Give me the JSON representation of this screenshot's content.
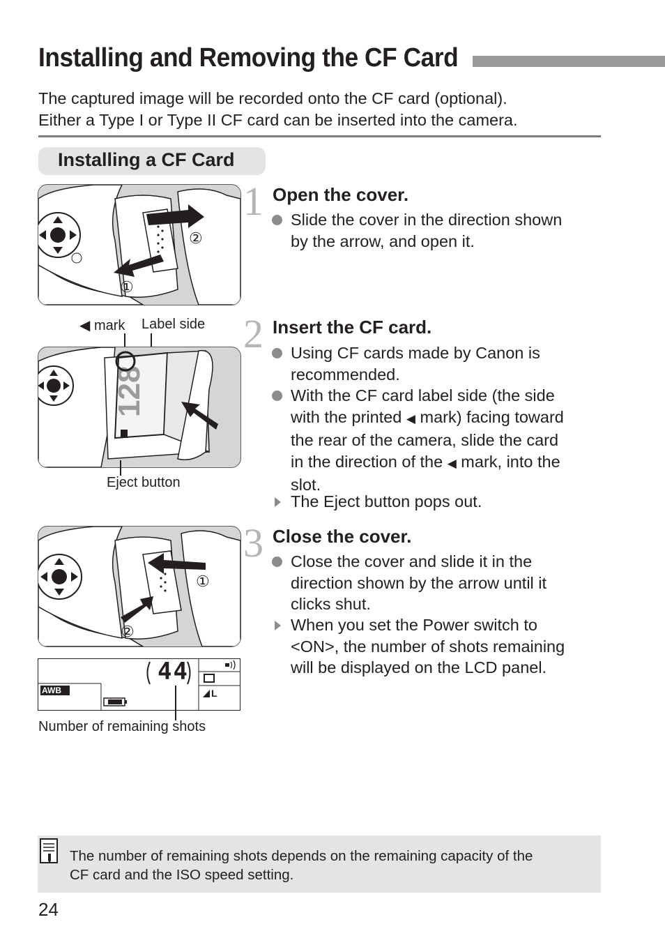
{
  "header": {
    "title": "Installing and Removing the CF Card",
    "intro_line1": "The captured image will be recorded onto the CF card (optional).",
    "intro_line2": "Either a Type I or Type II CF card can be inserted into the camera."
  },
  "section": {
    "title": "Installing a CF Card"
  },
  "figures": {
    "fig1": {
      "circle1": "①",
      "circle2": "②"
    },
    "fig2": {
      "mark_label": "◀ mark",
      "label_side": "Label side",
      "eject_button": "Eject button",
      "card_text": "128"
    },
    "fig3": {
      "circle1": "①",
      "circle2": "②"
    },
    "lcd": {
      "count": "44",
      "awb": "AWB",
      "quality": "L",
      "caption": "Number of remaining shots"
    }
  },
  "steps": [
    {
      "number": "1",
      "title": "Open the cover.",
      "items": [
        {
          "type": "bullet",
          "lines": [
            "Slide the cover in the direction shown",
            "by the arrow, and open it."
          ]
        }
      ]
    },
    {
      "number": "2",
      "title": "Insert the CF card.",
      "items": [
        {
          "type": "bullet",
          "lines": [
            "Using CF cards made by Canon is",
            "recommended."
          ]
        },
        {
          "type": "bullet",
          "lines": [
            "With the CF card label side (the side",
            "with the printed ◀ mark) facing toward",
            "the rear of the camera, slide the card",
            "in the direction of the ◀ mark, into the",
            "slot."
          ]
        },
        {
          "type": "result",
          "lines": [
            "The Eject button pops out."
          ]
        }
      ]
    },
    {
      "number": "3",
      "title": "Close the cover.",
      "items": [
        {
          "type": "bullet",
          "lines": [
            "Close the cover and slide it in the",
            "direction shown by the arrow until it",
            "clicks shut."
          ]
        },
        {
          "type": "result",
          "lines": [
            "When you set the Power switch to",
            "<ON>, the number of shots remaining",
            "will be displayed on the LCD panel."
          ]
        }
      ]
    }
  ],
  "note": {
    "line1": "The number of remaining shots depends on the remaining capacity of the",
    "line2": "CF card and the ISO speed setting."
  },
  "page_number": "24",
  "colors": {
    "accent_gray": "#9a9b9d",
    "step_number": "#b4b5b7",
    "note_bg": "#e3e4e5"
  }
}
